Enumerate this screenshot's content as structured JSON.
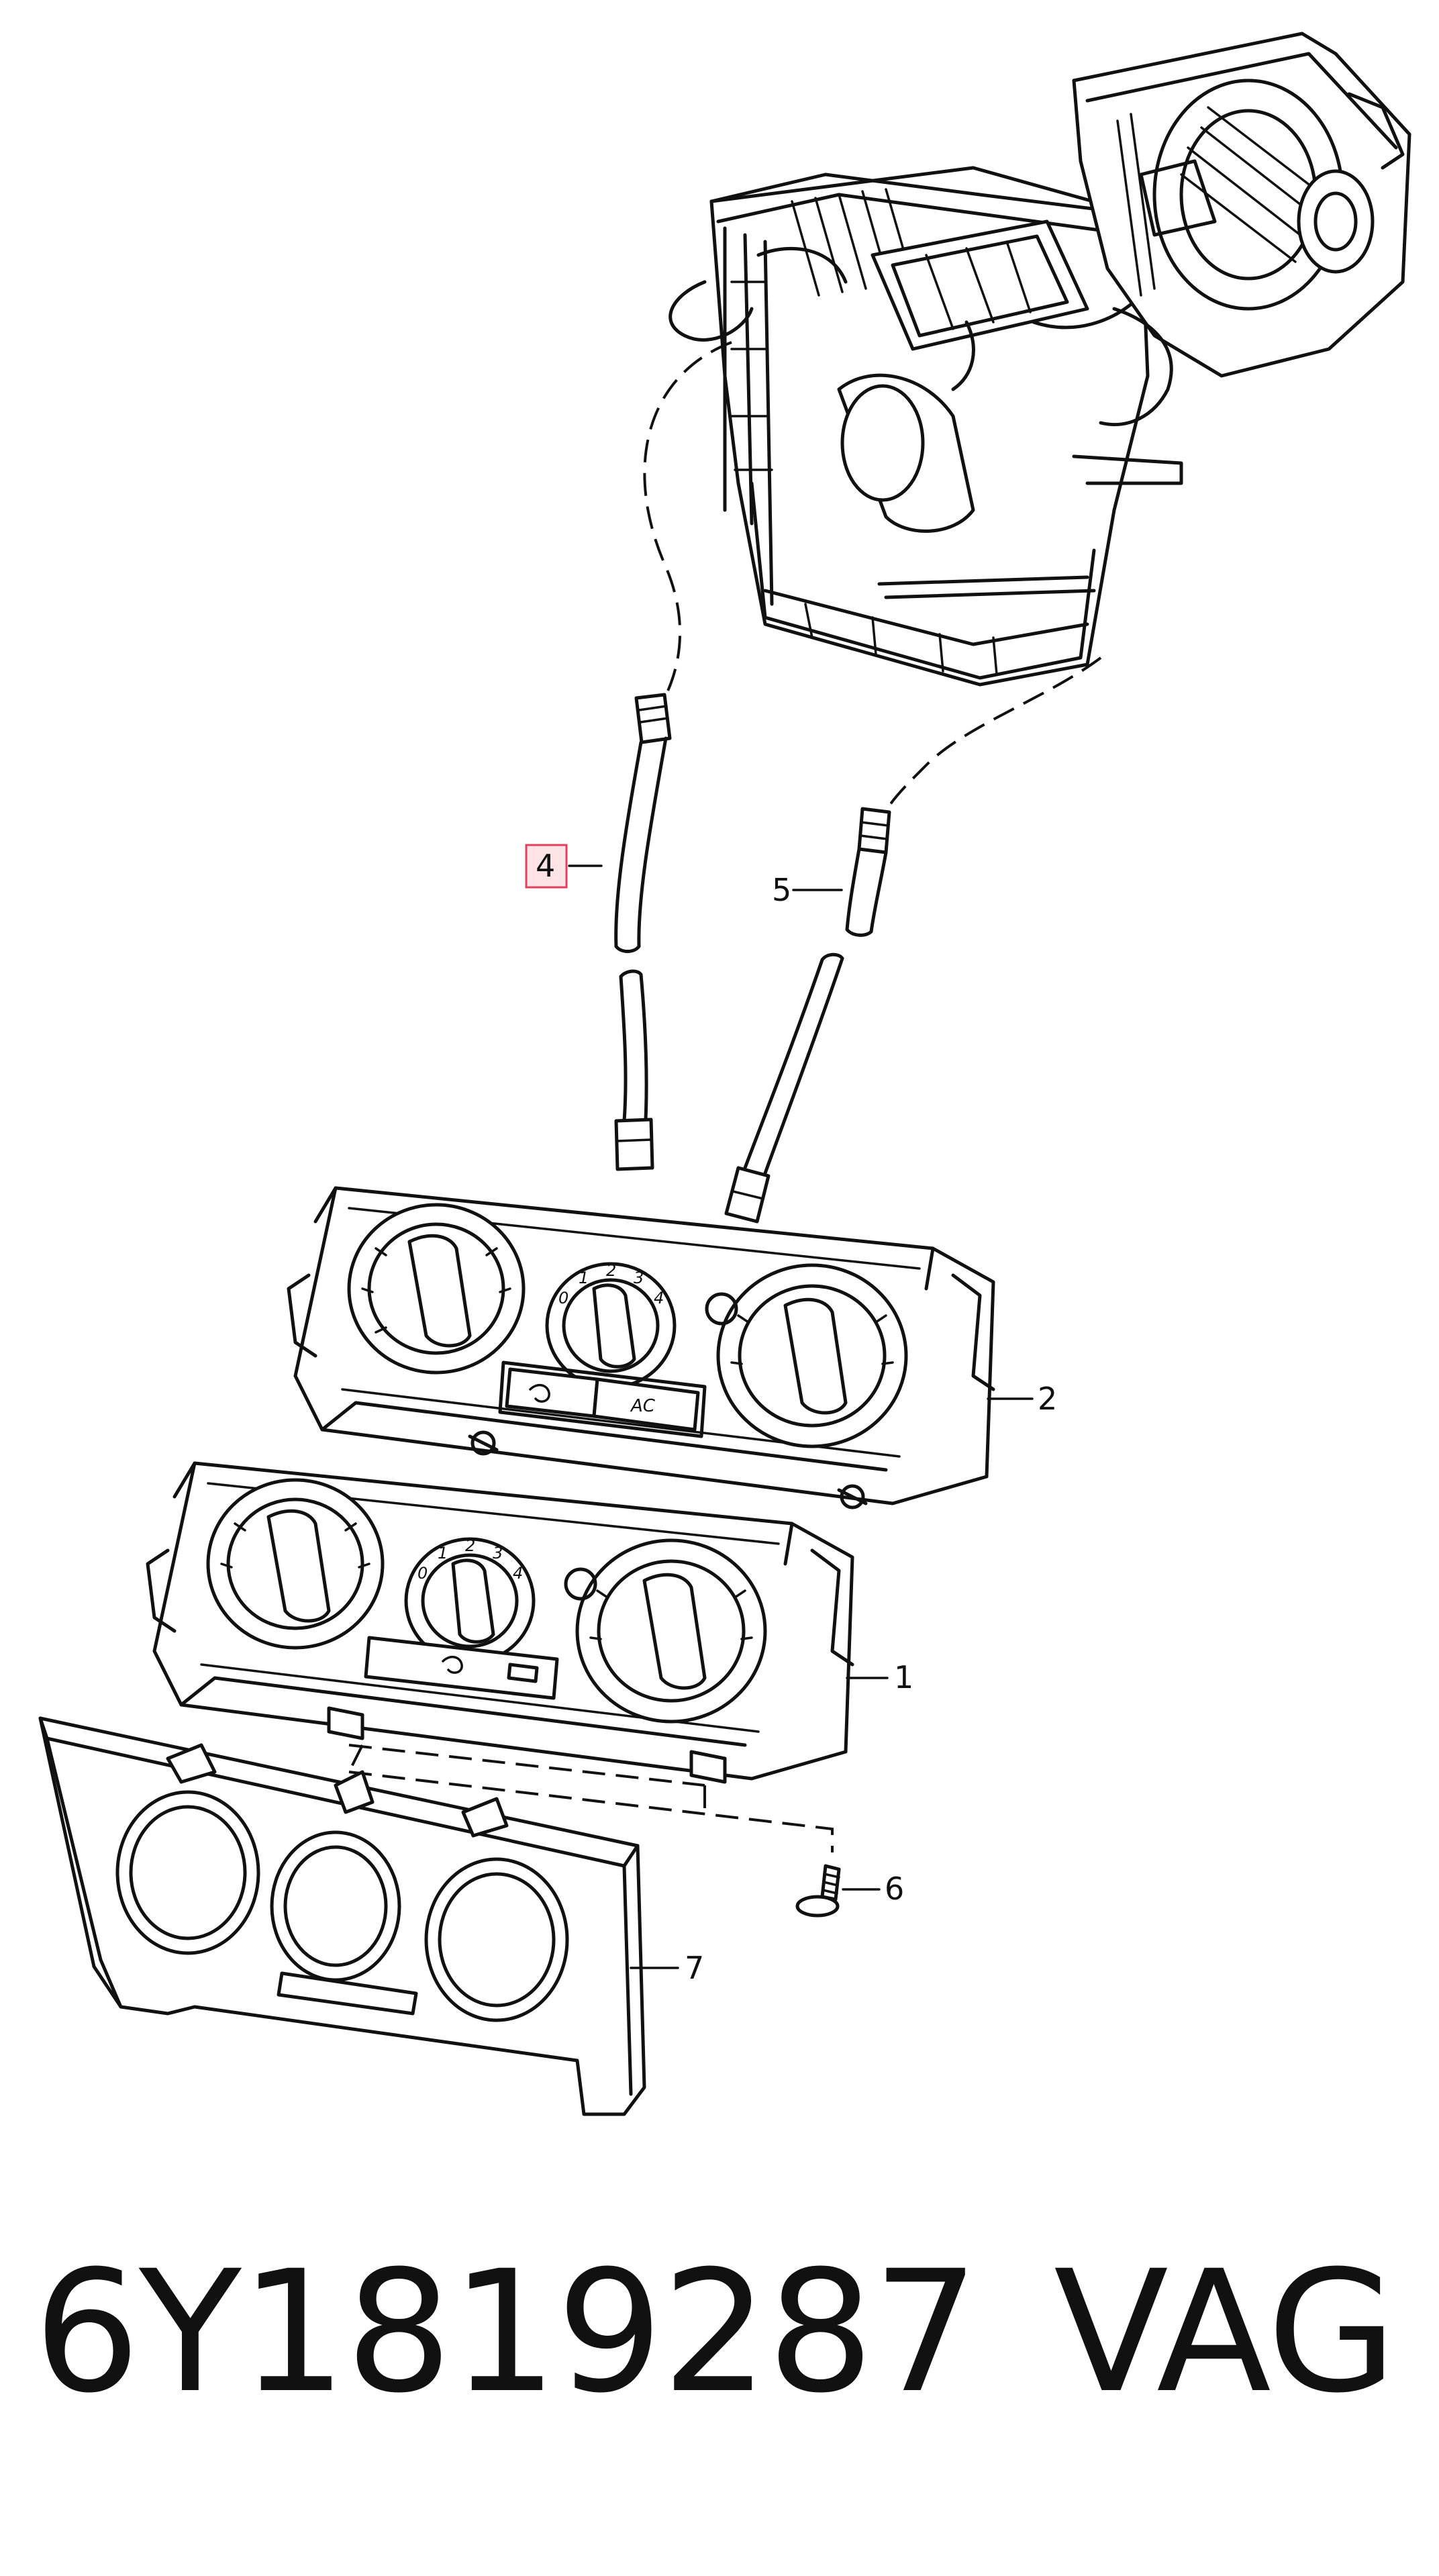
{
  "callouts": {
    "c1": "1",
    "c2": "2",
    "c4": "4",
    "c5": "5",
    "c6": "6",
    "c7": "7"
  },
  "highlighted_callout": "4",
  "dial_numbers": [
    "0",
    "1",
    "2",
    "3",
    "4"
  ],
  "button_label_ac": "AC",
  "footer": {
    "part_number": "6Y1819287",
    "brand": "VAG"
  },
  "colors": {
    "line": "#111111",
    "highlight_fill": "#fde3e6",
    "highlight_stroke": "#e0405c"
  }
}
